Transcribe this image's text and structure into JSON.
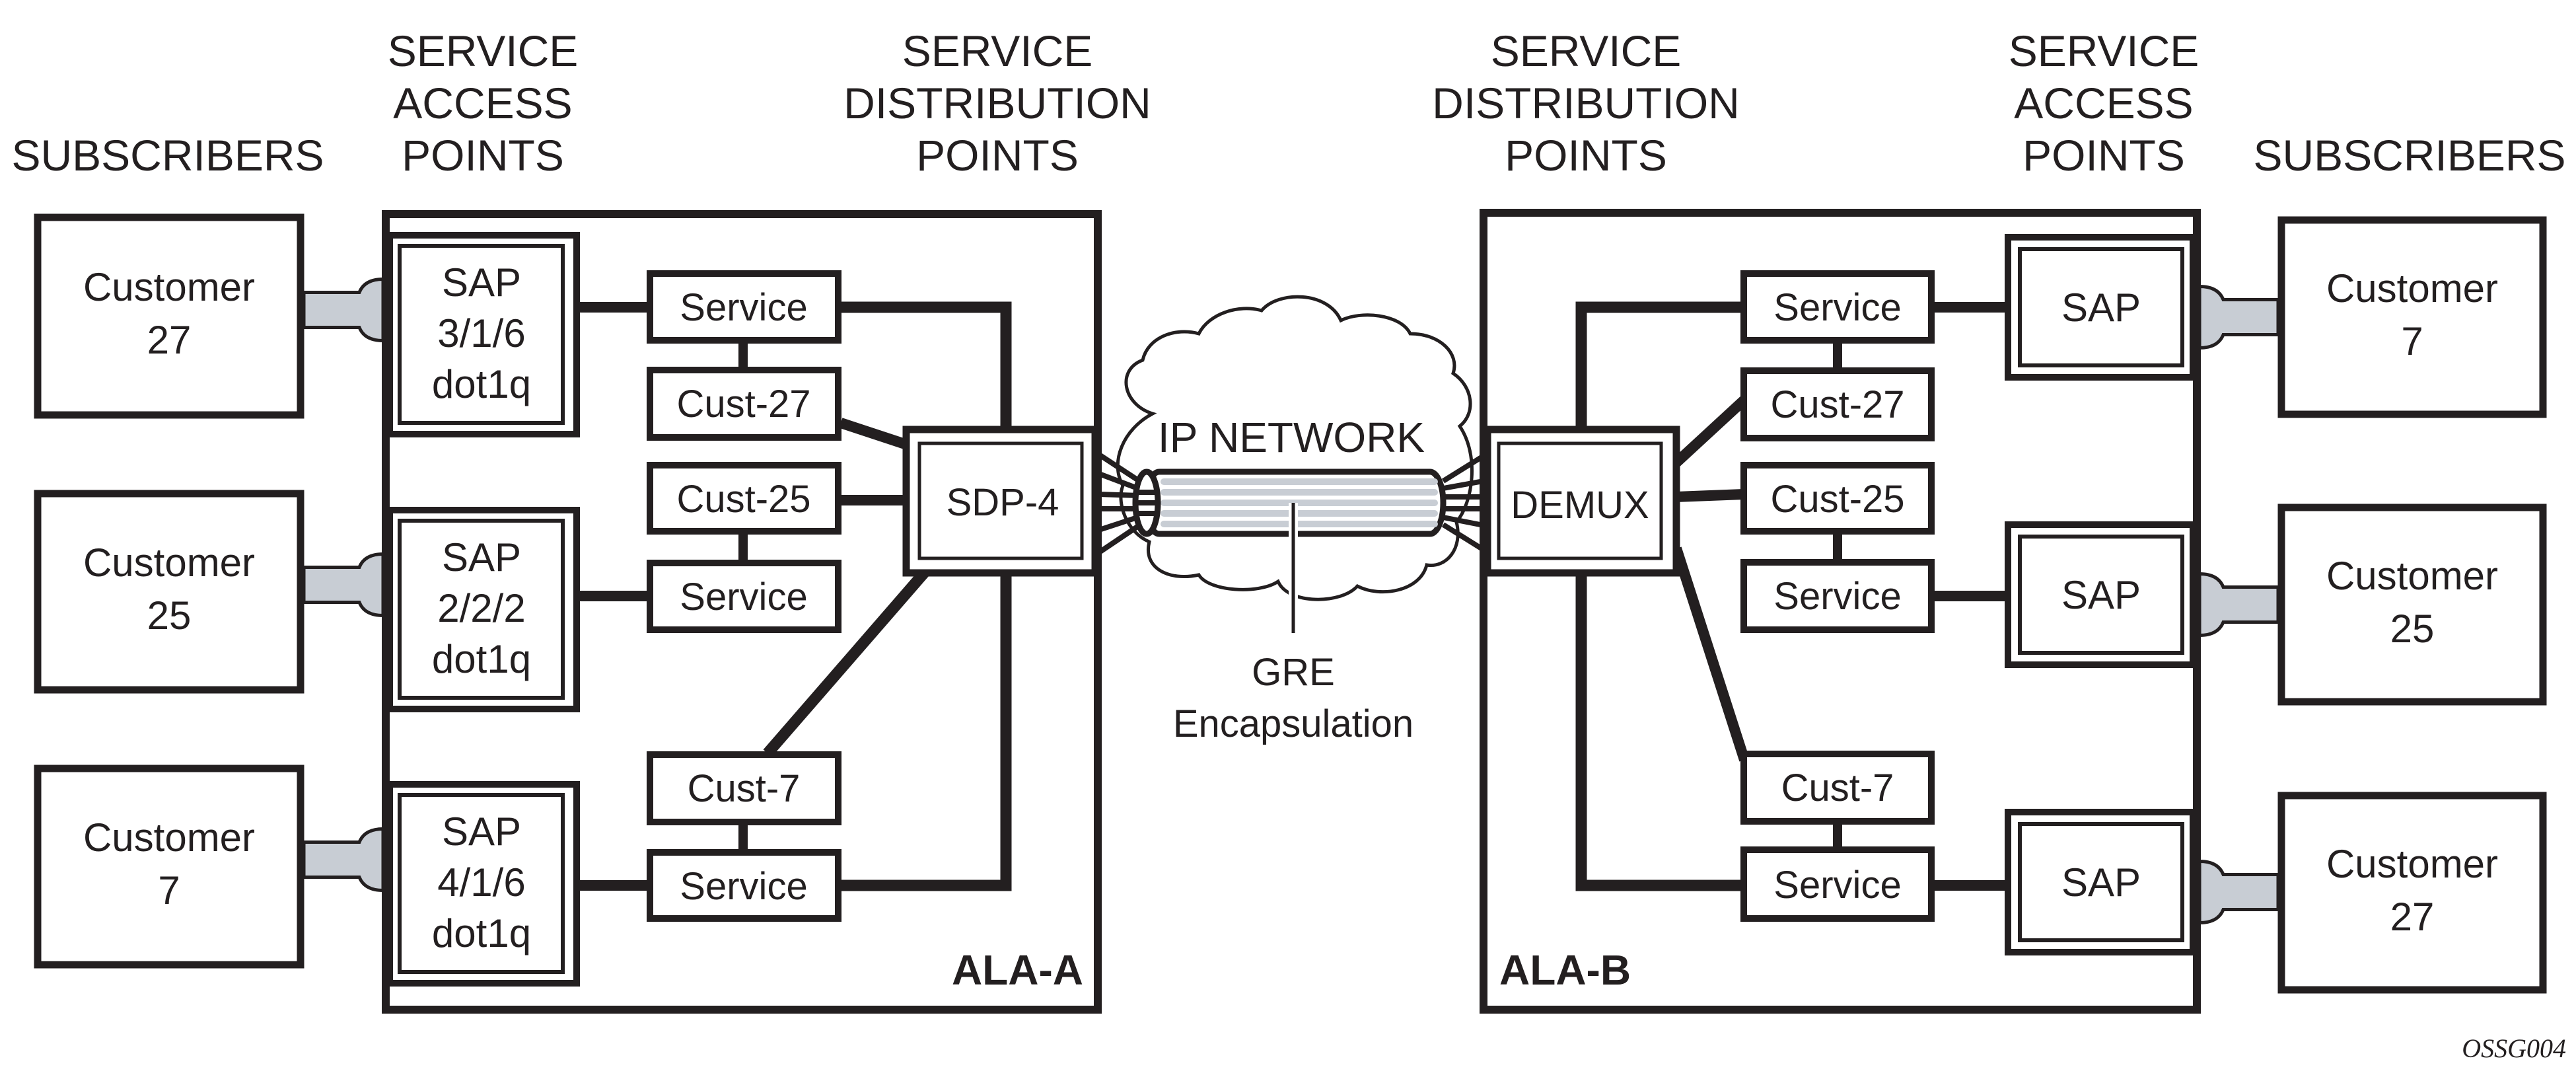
{
  "figure_id": "OSSG004",
  "colors": {
    "line": "#231f20",
    "connector_fill": "#c8cdd4",
    "pipe_stripe": "#c8cdd4",
    "background": "#ffffff"
  },
  "headers": {
    "left": {
      "subscribers": "SUBSCRIBERS",
      "sap": [
        "SERVICE",
        "ACCESS",
        "POINTS"
      ],
      "sdp": [
        "SERVICE",
        "DISTRIBUTION",
        "POINTS"
      ]
    },
    "right": {
      "sdp": [
        "SERVICE",
        "DISTRIBUTION",
        "POINTS"
      ],
      "sap": [
        "SERVICE",
        "ACCESS",
        "POINTS"
      ],
      "subscribers": "SUBSCRIBERS"
    }
  },
  "left_site": {
    "router_name": "ALA-A",
    "customers": [
      {
        "line1": "Customer",
        "line2": "27"
      },
      {
        "line1": "Customer",
        "line2": "25"
      },
      {
        "line1": "Customer",
        "line2": "7"
      }
    ],
    "saps": [
      {
        "line1": "SAP",
        "line2": "3/1/6",
        "line3": "dot1q"
      },
      {
        "line1": "SAP",
        "line2": "2/2/2",
        "line3": "dot1q"
      },
      {
        "line1": "SAP",
        "line2": "4/1/6",
        "line3": "dot1q"
      }
    ],
    "nodes": {
      "service_top": "Service",
      "cust27": "Cust-27",
      "cust25": "Cust-25",
      "service_mid": "Service",
      "cust7": "Cust-7",
      "service_bottom": "Service"
    },
    "sdp": "SDP-4"
  },
  "right_site": {
    "router_name": "ALA-B",
    "demux": "DEMUX",
    "nodes": {
      "service_top": "Service",
      "cust27": "Cust-27",
      "cust25": "Cust-25",
      "service_mid": "Service",
      "cust7": "Cust-7",
      "service_bottom": "Service"
    },
    "saps": [
      {
        "label": "SAP"
      },
      {
        "label": "SAP"
      },
      {
        "label": "SAP"
      }
    ],
    "customers": [
      {
        "line1": "Customer",
        "line2": "7"
      },
      {
        "line1": "Customer",
        "line2": "25"
      },
      {
        "line1": "Customer",
        "line2": "27"
      }
    ]
  },
  "network": {
    "cloud_label": "IP NETWORK",
    "tunnel_label": [
      "GRE",
      "Encapsulation"
    ]
  }
}
